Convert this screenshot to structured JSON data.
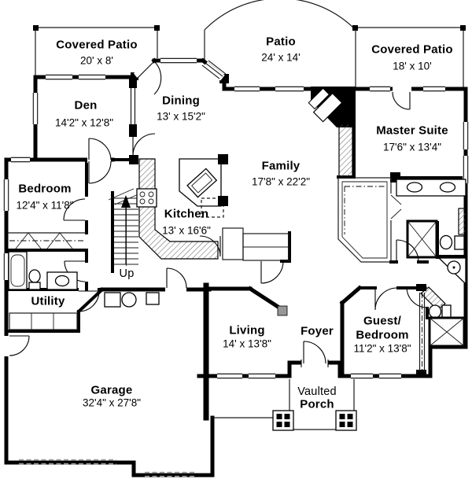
{
  "floor_plan": {
    "rooms": {
      "covered_patio_left": {
        "name": "Covered Patio",
        "dims": "20' x 8'"
      },
      "patio": {
        "name": "Patio",
        "dims": "24' x 14'"
      },
      "covered_patio_right": {
        "name": "Covered Patio",
        "dims": "18' x 10'"
      },
      "den": {
        "name": "Den",
        "dims": "14'2\" x 12'8\""
      },
      "dining": {
        "name": "Dining",
        "dims": "13' x 15'2\""
      },
      "master_suite": {
        "name": "Master Suite",
        "dims": "17'6\" x 13'4\""
      },
      "bedroom": {
        "name": "Bedroom",
        "dims": "12'4\" x 11'8\""
      },
      "family": {
        "name": "Family",
        "dims": "17'8\" x 22'2\""
      },
      "kitchen": {
        "name": "Kitchen",
        "dims": "13' x 16'6\""
      },
      "utility": {
        "name": "Utility"
      },
      "living": {
        "name": "Living",
        "dims": "14' x 13'8\""
      },
      "foyer": {
        "name": "Foyer"
      },
      "guest_bedroom": {
        "name_line1": "Guest/",
        "name_line2": "Bedroom",
        "dims": "11'2\" x 13'8\""
      },
      "garage": {
        "name": "Garage",
        "dims": "32'4\" x 27'8\""
      },
      "porch": {
        "name_line1": "Vaulted",
        "name_line2": "Porch"
      }
    },
    "annotations": {
      "stair_direction": "Up"
    },
    "colors": {
      "walls": "#000000",
      "background": "#ffffff",
      "thin_lines": "#1a1a1a",
      "hatch": "#6a6a6a"
    }
  }
}
